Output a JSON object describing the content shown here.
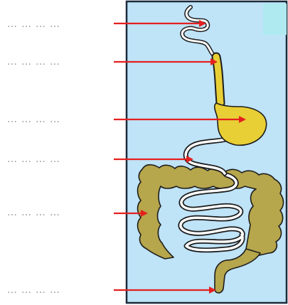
{
  "diagram": {
    "subject": "human digestive system",
    "label_slots": 6,
    "placeholder_text": "…………",
    "colors": {
      "panel_bg": "#bfe3f7",
      "panel_corner_accent": "#aeeaf0",
      "panel_border": "#1b2a3a",
      "highlight_yellow": "#e8cf35",
      "intestine_olive": "#b6a64c",
      "tube_white": "#ffffff",
      "outline": "#1d1d1d",
      "arrow_red": "#e4201f",
      "dot_gray": "#9a9a9a"
    },
    "parts": [
      {
        "id": "mouth",
        "highlighted": false
      },
      {
        "id": "oesophagus",
        "highlighted": true
      },
      {
        "id": "stomach",
        "highlighted": true
      },
      {
        "id": "duodenum",
        "highlighted": false
      },
      {
        "id": "large-intestine",
        "highlighted": false
      },
      {
        "id": "rectum",
        "highlighted": false
      }
    ]
  }
}
